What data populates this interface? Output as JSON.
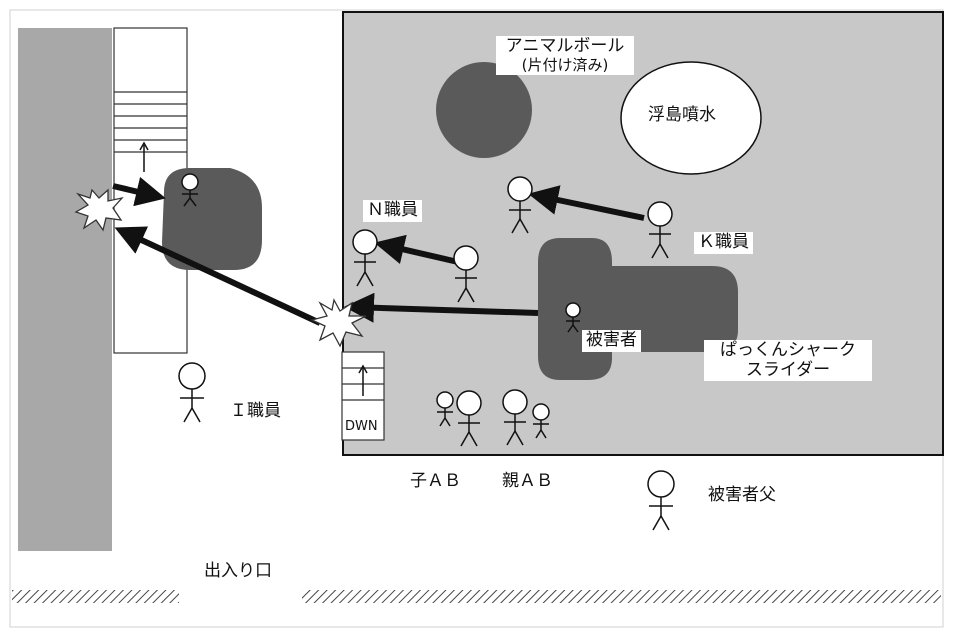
{
  "labels": {
    "animal_pool_line1": "アニマルボール",
    "animal_pool_line2": "(片付け済み)",
    "floating_fountain": "浮島噴水",
    "staff_n": "Ｎ職員",
    "staff_k": "Ｋ職員",
    "victim": "被害者",
    "slider_line1": "ぱっくんシャーク",
    "slider_line2": "スライダー",
    "staff_i": "Ｉ職員",
    "dwn": "DWN",
    "children_ab": "子ＡＢ",
    "parents_ab": "親ＡＢ",
    "victim_father": "被害者父",
    "entrance": "出入り口"
  },
  "colors": {
    "pool_area": "#c8c8c8",
    "wall": "#a8a8a8",
    "dark_shape": "#5a5a5a",
    "line": "#111111"
  },
  "icons": [
    "person-icon",
    "collision-burst-icon",
    "arrow-icon",
    "stairs-icon"
  ]
}
